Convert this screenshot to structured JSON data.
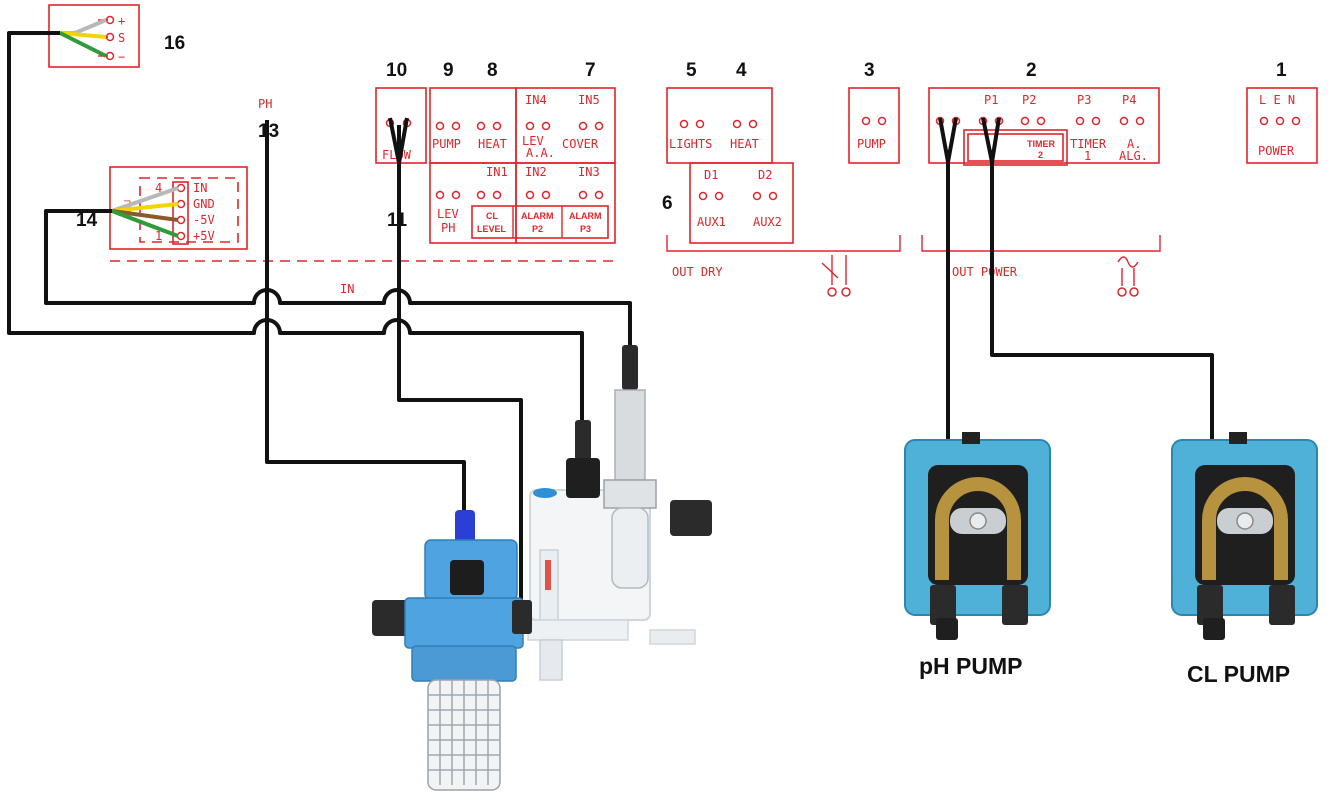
{
  "numbers": {
    "n1": "1",
    "n2": "2",
    "n3": "3",
    "n4": "4",
    "n5": "5",
    "n6": "6",
    "n7": "7",
    "n8": "8",
    "n9": "9",
    "n10": "10",
    "n11": "11",
    "n13": "13",
    "n14": "14",
    "n16": "16"
  },
  "power": {
    "header": "L E N",
    "label": "POWER"
  },
  "outputs": {
    "p1": "P1",
    "p2": "P2",
    "p3": "P3",
    "p4": "P4",
    "timer2": "TIMER\n2",
    "timer2_a": "TIMER",
    "timer2_b": "2",
    "timer1_a": "TIMER",
    "timer1_b": "1",
    "alg_a": "A.",
    "alg_b": "ALG.",
    "pump": "PUMP",
    "lights": "LIGHTS",
    "heat": "HEAT",
    "d1": "D1",
    "d2": "D2",
    "aux1": "AUX1",
    "aux2": "AUX2",
    "out_dry": "OUT DRY",
    "out_power": "OUT POWER"
  },
  "inputs": {
    "in4": "IN4",
    "in5": "IN5",
    "lev_aa_a": "LEV",
    "lev_aa_b": "A.A.",
    "cover": "COVER",
    "pump": "PUMP",
    "heat": "HEAT",
    "in1": "IN1",
    "in2": "IN2",
    "in3": "IN3",
    "lev_ph_a": "LEV",
    "lev_ph_b": "PH",
    "cl_level_a": "CL",
    "cl_level_b": "LEVEL",
    "alarm_p2_a": "ALARM",
    "alarm_p2_b": "P2",
    "alarm_p3_a": "ALARM",
    "alarm_p3_b": "P3",
    "flow": "FLOW",
    "in_label": "IN",
    "ph_label": "PH"
  },
  "sensor14": {
    "n4": "4",
    "n1": "1",
    "pins": [
      "IN",
      "GND",
      "-5V",
      "+5V"
    ]
  },
  "sensor16": {
    "pins": [
      "+",
      "S",
      "−"
    ]
  },
  "pumps": {
    "ph": "pH PUMP",
    "cl": "CL PUMP"
  },
  "colors": {
    "schematic_red": "#e0252b",
    "wire_black": "#111111",
    "pump_blue": "#4fb0d8",
    "sensor_blue": "#2f8fd6",
    "tube_gold": "#b8933f"
  }
}
